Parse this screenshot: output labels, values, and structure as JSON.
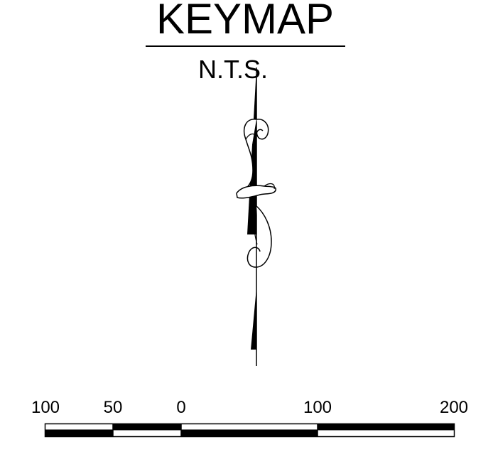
{
  "title": "KEYMAP",
  "subtitle": "N.T.S.",
  "north_arrow": {
    "icon": "north-arrow-icon"
  },
  "scale_bar": {
    "labels": [
      "100",
      "50",
      "0",
      "100",
      "200"
    ]
  }
}
